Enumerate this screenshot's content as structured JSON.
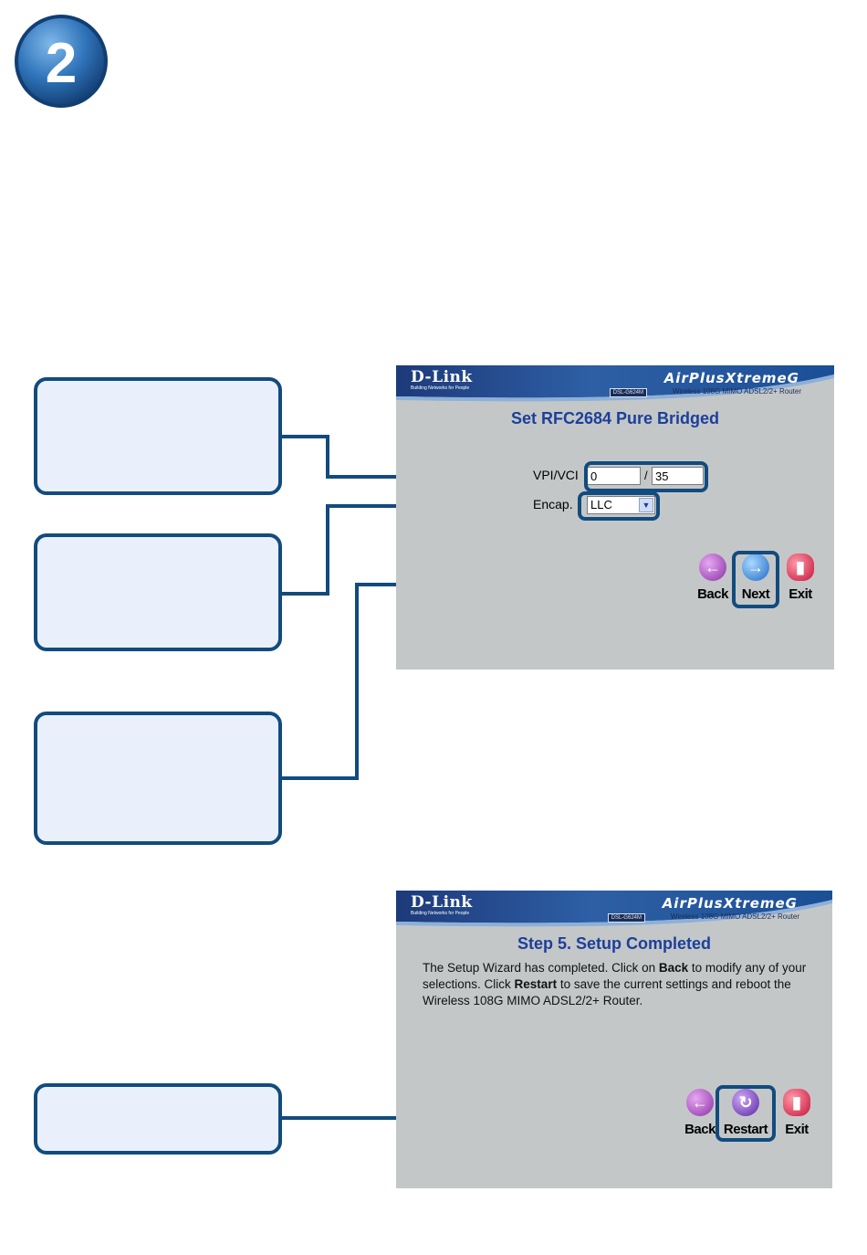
{
  "step": {
    "number": "2"
  },
  "screen1": {
    "logo": "D-Link",
    "tagline": "Building Networks for People",
    "brand": "AirPlusXtremeG",
    "model_tag": "DSL-G624M",
    "model_desc": "Wireless 108G MIMO ADSL2/2+ Router",
    "title": "Set RFC2684 Pure Bridged",
    "vpi_vci_label": "VPI/VCI",
    "vpi_value": "0",
    "slash": "/",
    "vci_value": "35",
    "encap_label": "Encap.",
    "encap_value": "LLC",
    "back_label": "Back",
    "next_label": "Next",
    "exit_label": "Exit"
  },
  "screen2": {
    "logo": "D-Link",
    "tagline": "Building Networks for People",
    "brand": "AirPlusXtremeG",
    "model_tag": "DSL-G624M",
    "model_desc": "Wireless 108G MIMO ADSL2/2+ Router",
    "title": "Step 5. Setup Completed",
    "summary_1": "The Setup Wizard has completed. Click on ",
    "summary_back": "Back",
    "summary_2": " to modify any of your selections. Click ",
    "summary_restart": "Restart",
    "summary_3": " to save the current settings and reboot the Wireless 108G MIMO ADSL2/2+ Router.",
    "back_label": "Back",
    "restart_label": "Restart",
    "exit_label": "Exit"
  },
  "colors": {
    "callout_border": "#124b7e",
    "callout_fill": "#e9f0fb",
    "screen_bg": "#c4c7c8",
    "title_blue": "#1c3f9a"
  },
  "icons": [
    "back-arrow-icon",
    "next-arrow-icon",
    "restart-icon",
    "exit-icon"
  ]
}
